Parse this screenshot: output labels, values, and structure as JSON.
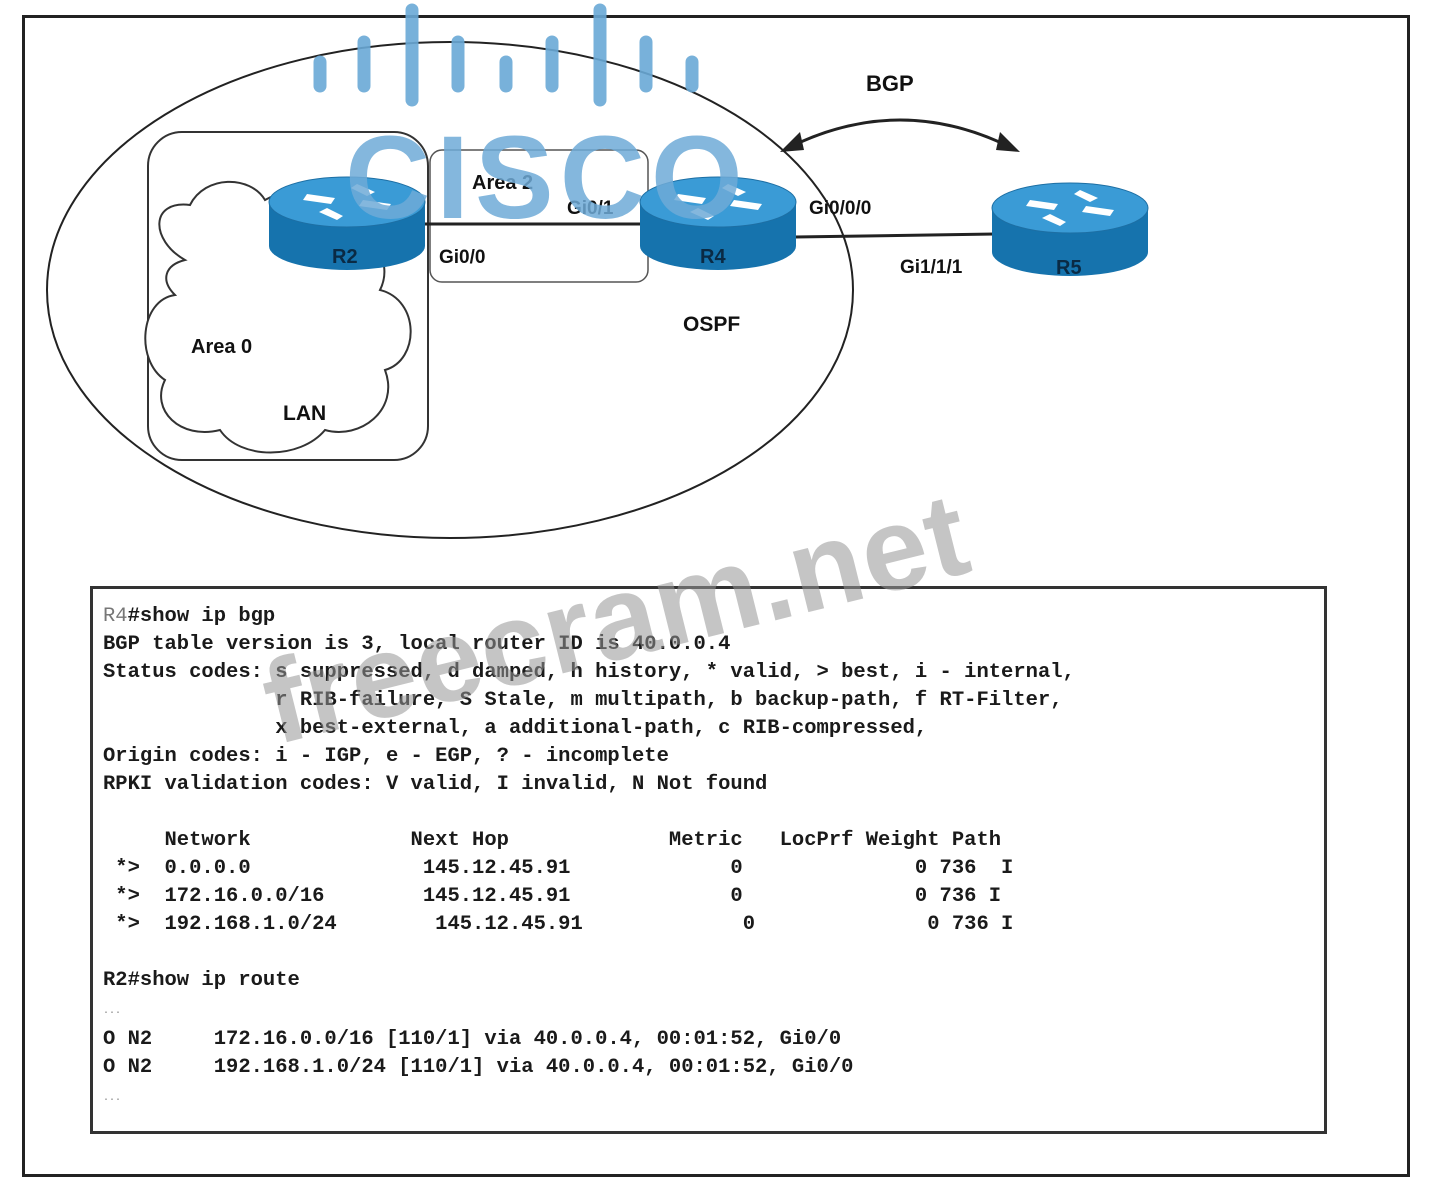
{
  "diagram": {
    "protocols": {
      "bgp": "BGP",
      "ospf": "OSPF"
    },
    "areas": {
      "area0": "Area 0",
      "area2": "Area 2",
      "lan": "LAN"
    },
    "routers": [
      "R2",
      "R4",
      "R5"
    ],
    "interfaces": {
      "r4_gi0_1": "Gi0/1",
      "r2_gi0_0": "Gi0/0",
      "r4_gi0_0_0": "Gi0/0/0",
      "r5_gi1_1_1": "Gi1/1/1"
    },
    "colors": {
      "router_top": "#2d8fc9",
      "router_side": "#1673ad",
      "cisco_blue": "#6aa9d6"
    }
  },
  "cli": {
    "bgp_prompt": "R4",
    "bgp_command": "#show ip bgp",
    "bgp_lines": [
      "BGP table version is 3, local router ID is 40.0.0.4",
      "Status codes: s suppressed, d damped, h history, * valid, > best, i - internal,",
      "              r RIB-failure, S Stale, m multipath, b backup-path, f RT-Filter,",
      "              x best-external, a additional-path, c RIB-compressed,",
      "Origin codes: i - IGP, e - EGP, ? - incomplete",
      "RPKI validation codes: V valid, I invalid, N Not found"
    ],
    "bgp_table_header": "     Network             Next Hop             Metric   LocPrf Weight Path",
    "bgp_table_rows": [
      " *>  0.0.0.0              145.12.45.91             0              0 736  I",
      " *>  172.16.0.0/16        145.12.45.91             0              0 736 I",
      " *>  192.168.1.0/24        145.12.45.91             0              0 736 I"
    ],
    "route_command": "R2#show ip route",
    "ellipsis": "...",
    "route_lines": [
      "O N2     172.16.0.0/16 [110/1] via 40.0.0.4, 00:01:52, Gi0/0",
      "O N2     192.168.1.0/24 [110/1] via 40.0.0.4, 00:01:52, Gi0/0"
    ]
  },
  "watermarks": {
    "site": "freecram.net",
    "logo": "CISCO"
  }
}
